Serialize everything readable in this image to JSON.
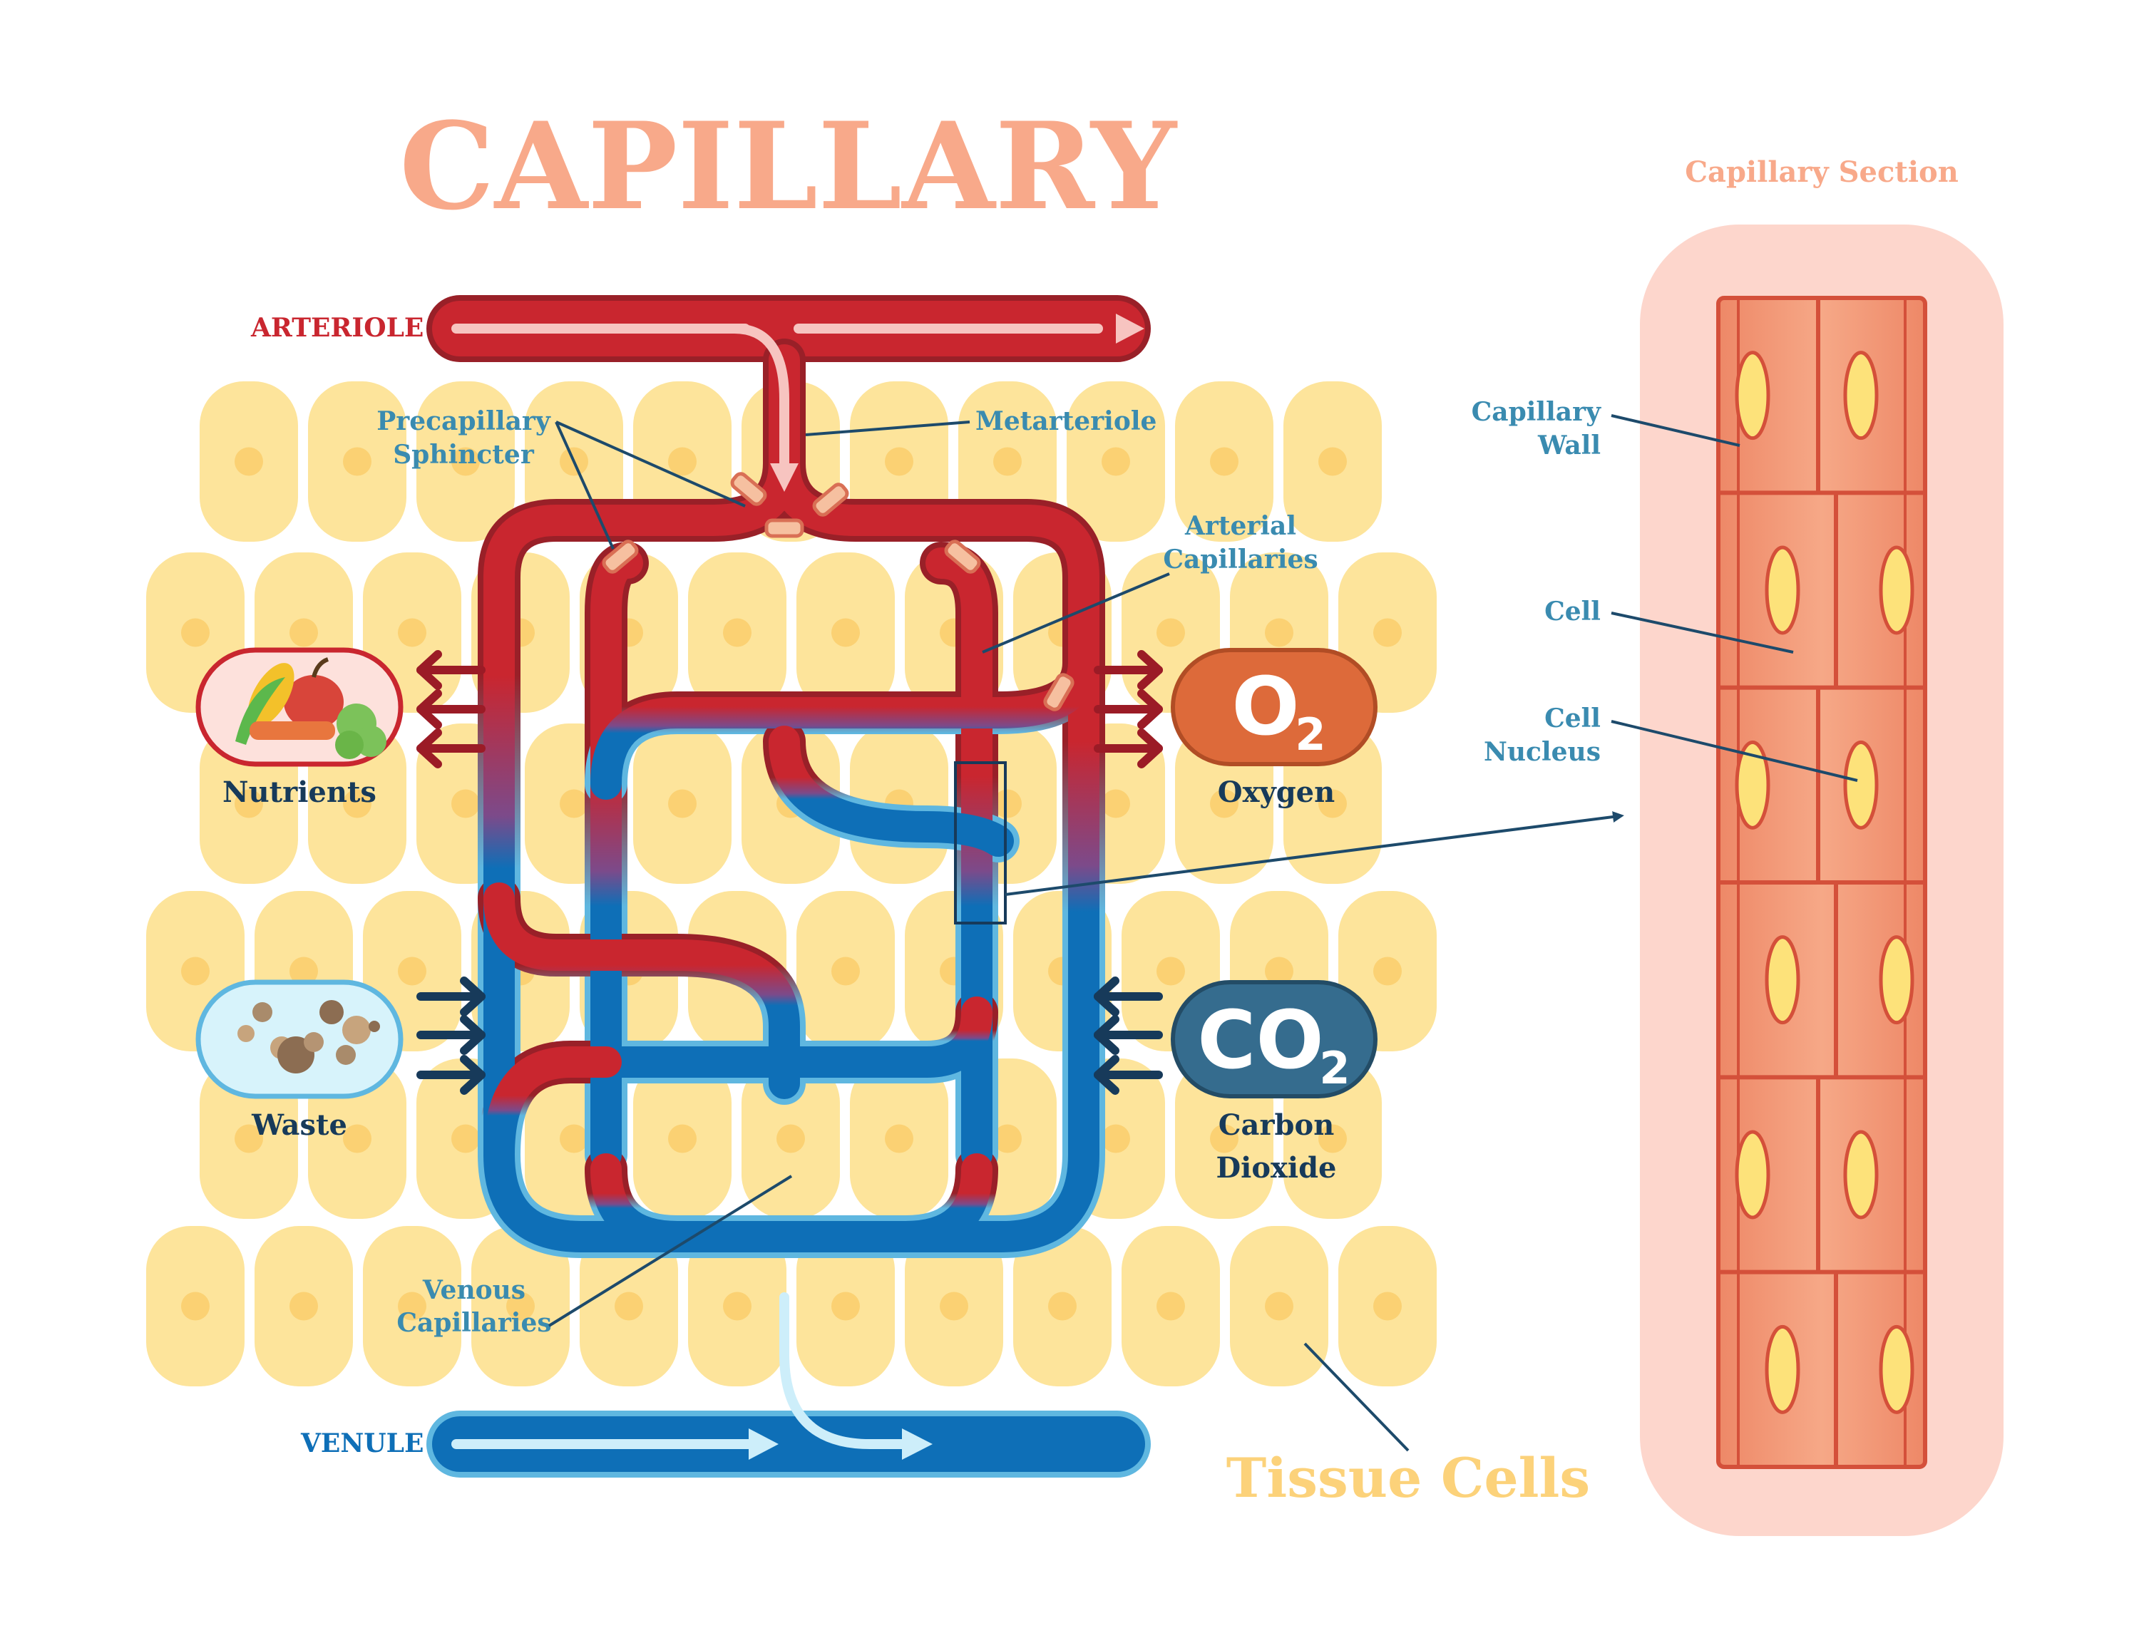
{
  "title": "CAPILLARY",
  "labels": {
    "arteriole": "ARTERIOLE",
    "venule": "VENULE",
    "precapillary_sphincter": [
      "Precapillary",
      "Sphincter"
    ],
    "metarteriole": "Metarteriole",
    "arterial_capillaries": [
      "Arterial",
      "Capillaries"
    ],
    "venous_capillaries": [
      "Venous",
      "Capillaries"
    ],
    "nutrients": "Nutrients",
    "oxygen": "Oxygen",
    "waste": "Waste",
    "carbon_dioxide": [
      "Carbon",
      "Dioxide"
    ],
    "tissue_cells": "Tissue Cells"
  },
  "badges": {
    "o2": {
      "main": "O",
      "sub": "2"
    },
    "co2": {
      "main": "CO",
      "sub": "2"
    }
  },
  "section": {
    "title": "Capillary Section",
    "capillary_wall": [
      "Capillary",
      "Wall"
    ],
    "cell": "Cell",
    "cell_nucleus": [
      "Cell",
      "Nucleus"
    ]
  },
  "colors": {
    "title": "#f8a98a",
    "arteriole": "#c9262f",
    "venule": "#0e6fb7",
    "tissue_cell": "#fde49b",
    "tissue_nucleus": "#fbd173",
    "label_blue": "#3a8bb0",
    "label_dark": "#173a5a",
    "oxygen_badge": "#dd6a3a",
    "co2_badge": "#356c8e",
    "section_bg": "#fdd6cc",
    "section_wall": "#f19a7a",
    "tissue_title": "#fcd27a"
  }
}
